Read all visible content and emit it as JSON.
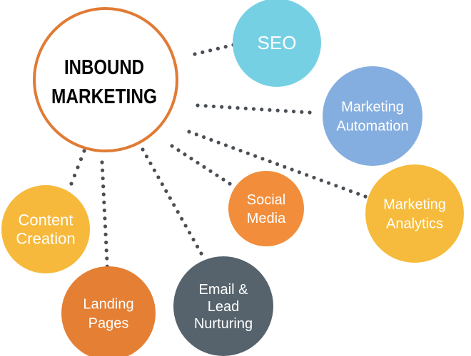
{
  "center": {
    "line1": "INBOUND",
    "line2": "MARKETING",
    "border_color": "#e07b35"
  },
  "connector_color": "#4a4f55",
  "nodes": [
    {
      "id": "seo",
      "lines": [
        "SEO"
      ],
      "color": "#76d0e4"
    },
    {
      "id": "marketing-automation",
      "lines": [
        "Marketing",
        "Automation"
      ],
      "color": "#85aee0"
    },
    {
      "id": "marketing-analytics",
      "lines": [
        "Marketing",
        "Analytics"
      ],
      "color": "#f6bb3c"
    },
    {
      "id": "social-media",
      "lines": [
        "Social",
        "Media"
      ],
      "color": "#f28e3b"
    },
    {
      "id": "email-lead-nurturing",
      "lines": [
        "Email &",
        "Lead",
        "Nurturing"
      ],
      "color": "#56636c"
    },
    {
      "id": "landing-pages",
      "lines": [
        "Landing",
        "Pages"
      ],
      "color": "#e47f33"
    },
    {
      "id": "content-creation",
      "lines": [
        "Content",
        "Creation"
      ],
      "color": "#f6b93b"
    }
  ]
}
